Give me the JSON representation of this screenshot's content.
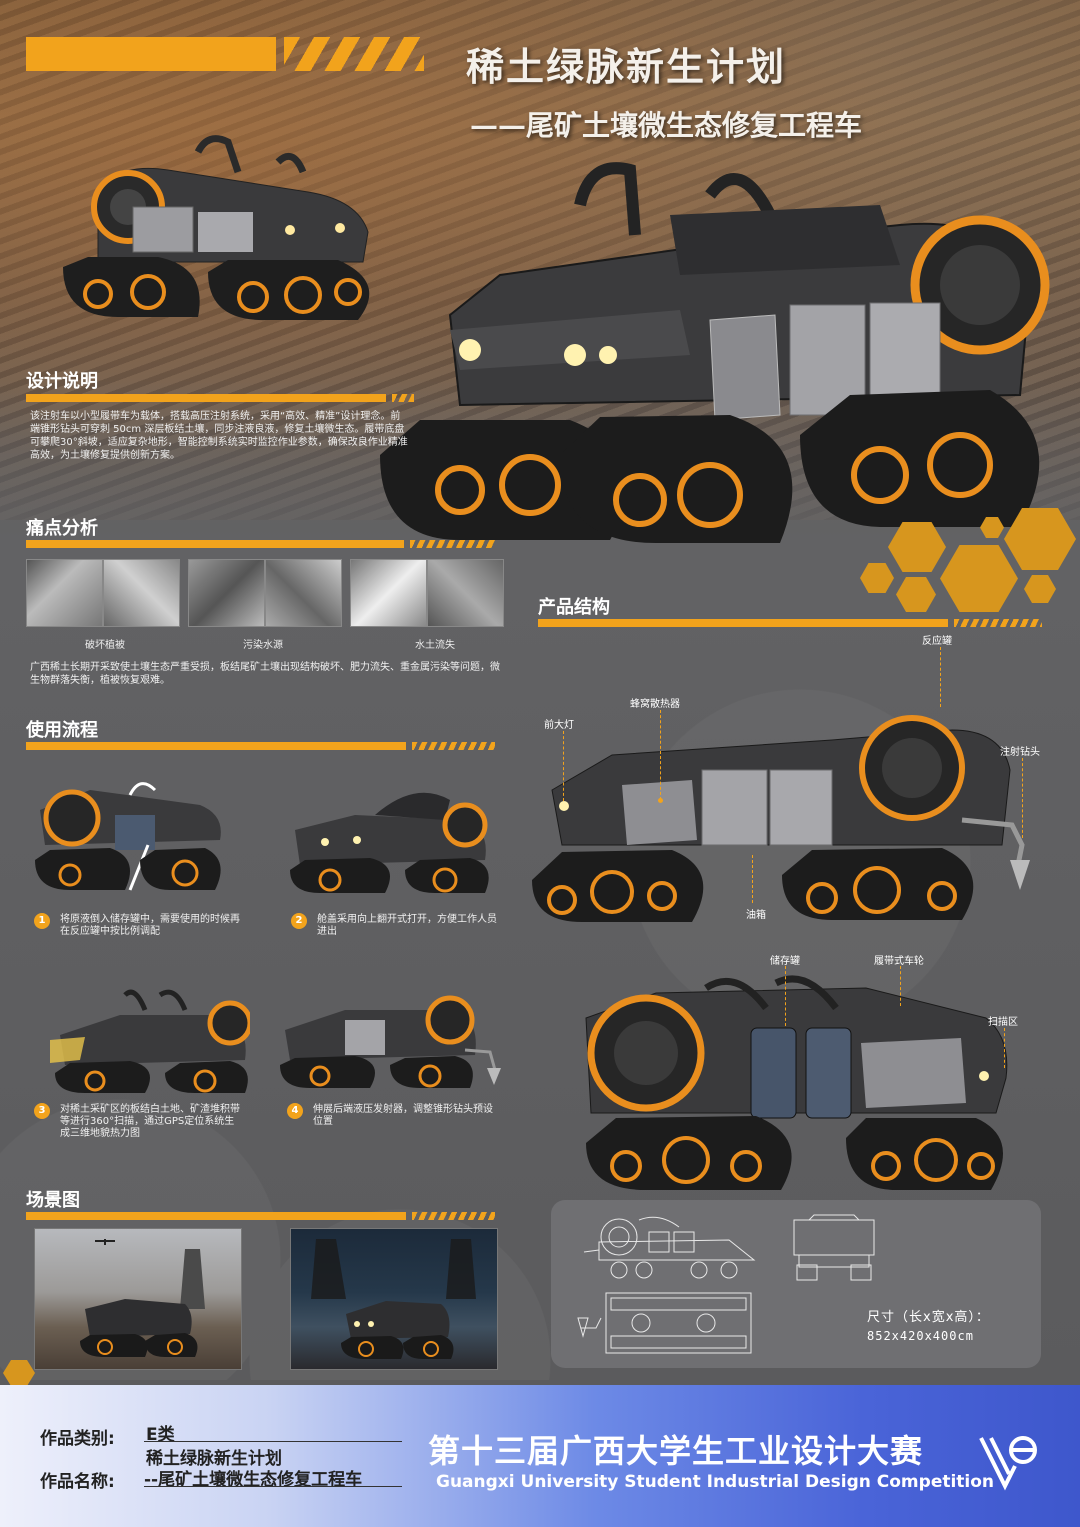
{
  "header": {
    "title": "稀土绿脉新生计划",
    "subtitle": "——尾矿土壤微生态修复工程车"
  },
  "design_description": {
    "heading": "设计说明",
    "text": "该注射车以小型履带车为载体，搭载高压注射系统，采用“高效、精准”设计理念。前端锥形钻头可穿刺 50cm 深层板结土壤，同步注液良液，修复土壤微生态。履带底盘可攀爬30°斜坡，适应复杂地形，智能控制系统实时监控作业参数，确保改良作业精准高效，为土壤修复提供创新方案。"
  },
  "pain_points": {
    "heading": "痛点分析",
    "captions": [
      "破坏植被",
      "污染水源",
      "水土流失"
    ],
    "text": "广西稀土长期开采致使土壤生态严重受损，板结尾矿土壤出现结构破坏、肥力流失、重金属污染等问题，微生物群落失衡，植被恢复艰难。"
  },
  "usage_flow": {
    "heading": "使用流程",
    "steps": [
      {
        "num": "1",
        "text": "将原液倒入储存罐中，需要使用的时候再在反应罐中按比例调配"
      },
      {
        "num": "2",
        "text": "舱盖采用向上翻开式打开，方便工作人员进出"
      },
      {
        "num": "3",
        "text": "对稀土采矿区的板结白土地、矿渣堆积带等进行360°扫描，通过GPS定位系统生成三维地貌热力图"
      },
      {
        "num": "4",
        "text": "伸展后端液压发射器，调整锥形钻头预设位置"
      }
    ]
  },
  "product_structure": {
    "heading": "产品结构",
    "labels": {
      "reaction_tank": "反应罐",
      "honeycomb_radiator": "蜂窝散热器",
      "headlight": "前大灯",
      "injection_drill": "注射钻头",
      "oil_tank": "油箱",
      "storage_tank": "储存罐",
      "track_wheel": "履带式车轮",
      "scan_area": "扫描区"
    }
  },
  "scene": {
    "heading": "场景图"
  },
  "dimensions": {
    "label": "尺寸（长x宽x高）：",
    "value": "852x420x400cm"
  },
  "footer": {
    "category_label": "作品类别:",
    "category_value": "E类",
    "name_label": "作品名称:",
    "name_line1": "稀土绿脉新生计划",
    "name_line2": "--尾矿土壤微生态修复工程车",
    "competition_cn": "第十三届广西大学生工业设计大赛",
    "competition_en": "Guangxi University Student Industrial Design Competition"
  },
  "colors": {
    "accent": "#f2a31c",
    "panel": "#626264",
    "footer_blue": "#4a64d8"
  }
}
